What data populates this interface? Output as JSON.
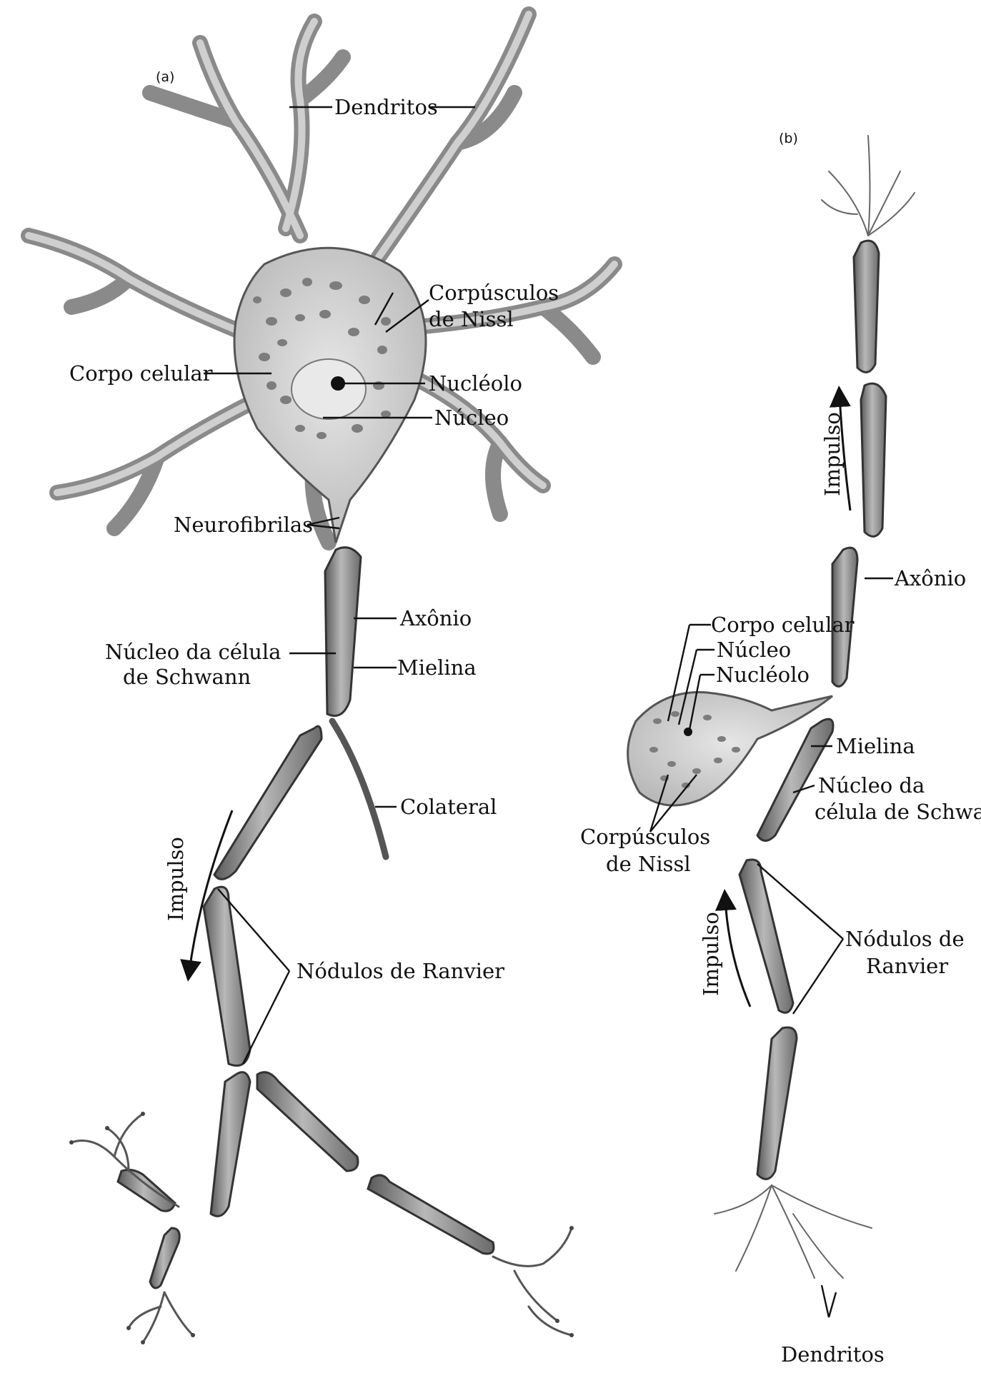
{
  "panel_a": {
    "tag": "(a)",
    "dendritos": "Dendritos",
    "corpusculos_l1": "Corpúsculos",
    "corpusculos_l2": "de Nissl",
    "corpo_celular": "Corpo celular",
    "nucleolo": "Nucléolo",
    "nucleo": "Núcleo",
    "neurofibrilas": "Neurofibrilas",
    "axonio": "Axônio",
    "schwann_l1": "Núcleo da célula",
    "schwann_l2": "de Schwann",
    "mielina": "Mielina",
    "colateral": "Colateral",
    "impulso": "Impulso",
    "nodulos": "Nódulos de Ranvier"
  },
  "panel_b": {
    "tag": "(b)",
    "impulso_top": "Impulso",
    "axonio": "Axônio",
    "corpo_celular": "Corpo celular",
    "nucleo": "Núcleo",
    "nucleolo": "Nucléolo",
    "mielina": "Mielina",
    "schwann_l1": "Núcleo da",
    "schwann_l2": "célula de Schwann",
    "corpusculos_l1": "Corpúsculos",
    "corpusculos_l2": "de Nissl",
    "nodulos_l1": "Nódulos de",
    "nodulos_l2": "Ranvier",
    "impulso_bottom": "Impulso",
    "dendritos": "Dendritos"
  },
  "colors": {
    "ink": "#111111",
    "body_fill": "#d6d6d6",
    "myelin_fill": "#9a9a9a",
    "nissl": "#7d7d7d",
    "background": "#ffffff"
  }
}
